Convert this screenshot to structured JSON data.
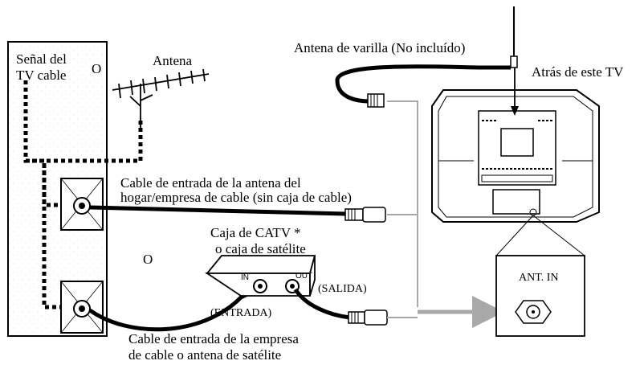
{
  "labels": {
    "signal_line1": "Señal del",
    "signal_line2": "TV cable",
    "or_top": "O",
    "antenna": "Antena",
    "rod_antenna": "Antena de varilla (No incluído)",
    "back_of_tv": "Atrás de este TV",
    "cable_input_line1": "Cable de entrada de la antena del",
    "cable_input_line2": "hogar/empresa de cable (sin caja de cable)",
    "catv_box_line1": "Caja de CATV *",
    "catv_box_line2": "o caja de satélite",
    "or_middle": "O",
    "box_in": "IN",
    "box_out": "OUT",
    "salida": "(SALIDA)",
    "entrada": "(ENTRADA)",
    "ant_in": "ANT. IN",
    "cable_sat_line1": "Cable de entrada de la empresa",
    "cable_sat_line2": "de cable o antena de satélite"
  },
  "colors": {
    "line": "#000000",
    "signal_path": "#a8a8a8",
    "panel_fill": "#ffffff"
  },
  "icons": {
    "yagi_antenna": "yagi-antenna-icon",
    "rod_antenna": "rod-antenna-icon",
    "tv_rear": "tv-rear-icon",
    "wall_outlet": "wall-outlet-icon",
    "coax_connector": "coax-connector-icon",
    "set_top_box": "set-top-box-icon",
    "ant_in_jack": "ant-in-jack-icon"
  }
}
